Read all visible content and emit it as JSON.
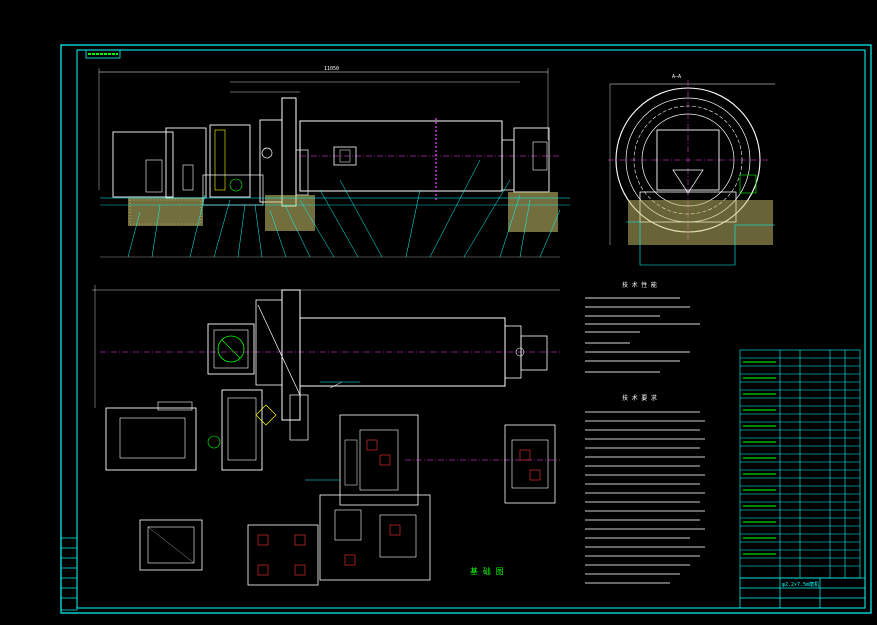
{
  "drawing": {
    "background": "#000000",
    "frame_color": "#00ffff",
    "outline_color": "#ffffff",
    "hatch_color": "#e8e060",
    "accent_magenta": "#ff40ff",
    "accent_green": "#00ff00",
    "accent_red": "#ff3030",
    "accent_yellow": "#ffff00",
    "section_label": "A—A",
    "notes_title_1": "技 术 性 能",
    "notes_title_2": "技 术 要 求",
    "foundation_title": "基 础 图",
    "tb_code": "φ2.2×7.5m磨机",
    "total_length_dim": "11050"
  }
}
